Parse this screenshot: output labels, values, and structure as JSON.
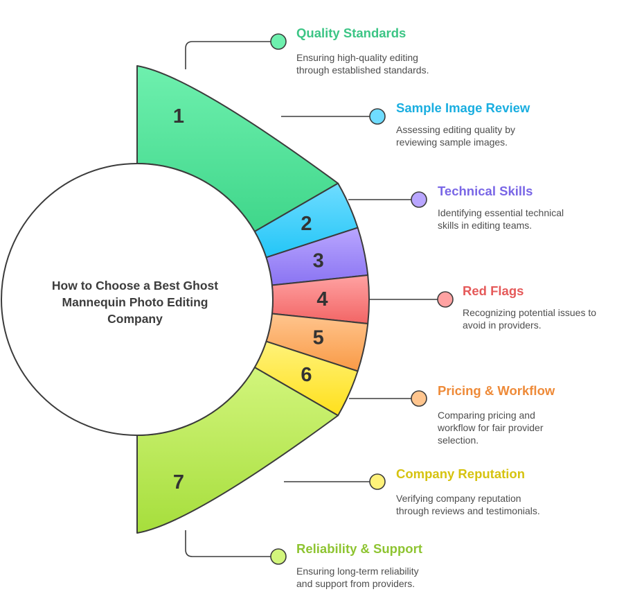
{
  "title": "How to Choose a Best Ghost Mannequin Photo Editing Company",
  "items": [
    {
      "number": "1",
      "title": "Quality Standards",
      "description": "Ensuring high-quality editing through established standards.",
      "color": "#3cc585",
      "gradient": [
        "#6ef0ae",
        "#3fd68a"
      ]
    },
    {
      "number": "2",
      "title": "Sample Image Review",
      "description": "Assessing editing quality by reviewing sample images.",
      "color": "#1aaee0",
      "gradient": [
        "#6fdcff",
        "#23c6f7"
      ]
    },
    {
      "number": "3",
      "title": "Technical Skills",
      "description": "Identifying essential technical skills in editing teams.",
      "color": "#7966e6",
      "gradient": [
        "#b9a6ff",
        "#8a74f2"
      ]
    },
    {
      "number": "4",
      "title": "Red Flags",
      "description": "Recognizing potential issues to avoid in providers.",
      "color": "#e55a5a",
      "gradient": [
        "#ffa2a2",
        "#f26565"
      ]
    },
    {
      "number": "5",
      "title": "Pricing & Workflow",
      "description": "Comparing pricing and workflow for fair provider selection.",
      "color": "#ee8a38",
      "gradient": [
        "#ffc58e",
        "#f99a46"
      ]
    },
    {
      "number": "6",
      "title": "Company Reputation",
      "description": "Verifying company reputation through reviews and testimonials.",
      "color": "#d6c310",
      "gradient": [
        "#fff27a",
        "#ffe01c"
      ]
    },
    {
      "number": "7",
      "title": "Reliability & Support",
      "description": "Ensuring long-term reliability and support from providers.",
      "color": "#8ec431",
      "gradient": [
        "#d2f57c",
        "#a6de3c"
      ]
    }
  ]
}
